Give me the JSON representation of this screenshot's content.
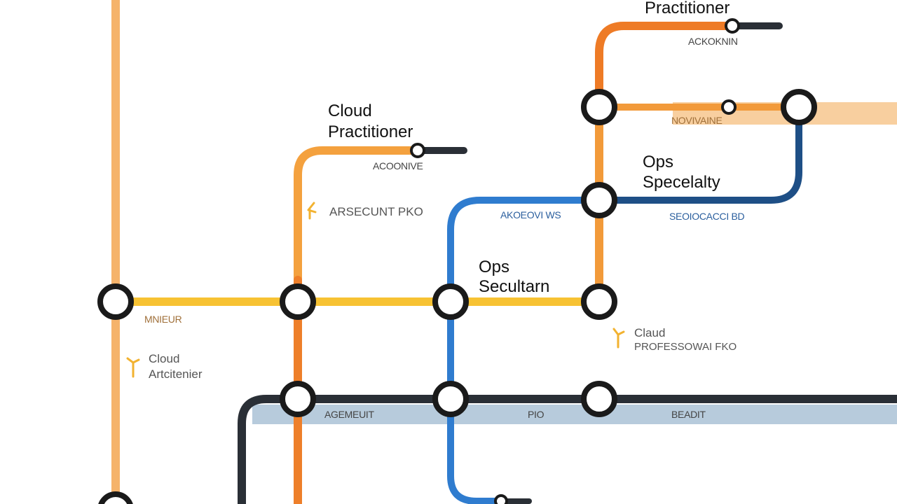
{
  "labels": {
    "practitioner_top": "Practitioner",
    "acronym_top": "ACKOKNIN",
    "cloud_practitioner_line1": "Cloud",
    "cloud_practitioner_line2": "Practitioner",
    "acronym_mid": "ACOONIVE",
    "assoc_pro": "ARSECUNT PKO",
    "ops_specialty_line1": "Ops",
    "ops_specialty_line2": "Specelalty",
    "security_specialty_line1": "Ops",
    "security_specialty_line2": "Secultarn",
    "blue_line_label": "AKOEOVI WS",
    "navy_specialty_label": "SEOIOCACCI BD",
    "orange_line_label": "NOVIVAINE",
    "yellow_label": "MNIEUR",
    "cloud_architect_line1": "Cloud",
    "cloud_architect_line2": "Artcitenier",
    "cloud_professional_line1": "Claud",
    "cloud_professional_line2": "PROFESSOWAI FKO",
    "bottom_associate": "AGEMEUIT",
    "bottom_pro": "PIO",
    "bottom_beadit": "BEADIT"
  },
  "colors": {
    "light_orange": "#f5b36b",
    "gradient_orange": "#f29a3a",
    "deep_orange": "#ee7b26",
    "yellow": "#f7c233",
    "blue": "#2f7ccf",
    "navy": "#1e4f86",
    "dark": "#2a2f36",
    "band": "#b7cbdc",
    "light_band": "#f8cf9f"
  },
  "icons": {
    "route_marker": "route-arrow-icon"
  }
}
